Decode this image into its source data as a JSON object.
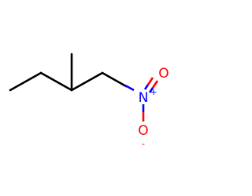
{
  "molecule": {
    "atoms": {
      "nitrogen": {
        "symbol": "N",
        "charge": "+"
      },
      "oxygen_top": {
        "symbol": "O",
        "charge": ""
      },
      "oxygen_bottom": {
        "symbol": "O",
        "charge": "-"
      }
    },
    "colors": {
      "carbon_bond": "#000000",
      "nitrogen": "#0000ff",
      "oxygen": "#ff0000"
    }
  }
}
